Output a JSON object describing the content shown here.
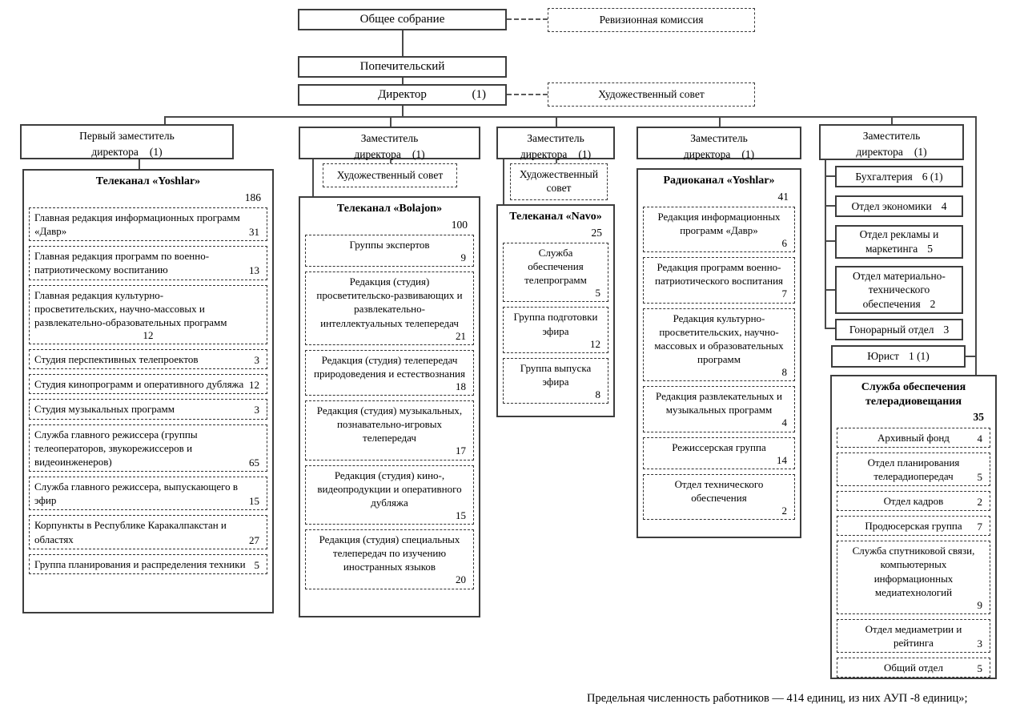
{
  "top": {
    "general_meeting": "Общее собрание",
    "audit_commission": "Ревизионная комиссия",
    "trustee_board": "Попечительский",
    "director": {
      "label": "Директор",
      "count": "(1)"
    },
    "art_council": "Художественный совет"
  },
  "deputies": [
    {
      "label": "Первый заместитель\nдиректора",
      "count": "(1)"
    },
    {
      "label": "Заместитель\nдиректора",
      "count": "(1)"
    },
    {
      "label": "Заместитель\nдиректора",
      "count": "(1)"
    },
    {
      "label": "Заместитель\nдиректора",
      "count": "(1)"
    },
    {
      "label": "Заместитель\nдиректора",
      "count": "(1)"
    }
  ],
  "col1": {
    "title": "Телеканал «Yoshlar»",
    "total": "186",
    "items": [
      {
        "label": "Главная редакция информационных программ «Давр»",
        "count": "31"
      },
      {
        "label": "Главная редакция программ по военно-патриотическому воспитанию",
        "count": "13"
      },
      {
        "label": "Главная редакция культурно-просветительских, научно-массовых и развлекательно-образовательных программ",
        "count": "12"
      },
      {
        "label": "Студия перспективных телепроектов",
        "count": "3"
      },
      {
        "label": "Студия кинопрограмм и оперативного дубляжа",
        "count": "12"
      },
      {
        "label": "Студия музыкальных программ",
        "count": "3"
      },
      {
        "label": "Служба главного режиссера (группы телеоператоров, звукорежиссеров и видеоинженеров)",
        "count": "65"
      },
      {
        "label": "Служба главного режиссера, выпускающего в эфир",
        "count": "15"
      },
      {
        "label": "Корпункты в Республике Каракалпакстан и областях",
        "count": "27"
      },
      {
        "label": "Группа планирования и распределения техники",
        "count": "5"
      }
    ]
  },
  "col2": {
    "art_council": "Художественный совет",
    "title": "Телеканал «Bolajon»",
    "total": "100",
    "items": [
      {
        "label": "Группы экспертов",
        "count": "9"
      },
      {
        "label": "Редакция (студия) просветительско-развивающих и развлекательно-интеллектуальных телепередач",
        "count": "21"
      },
      {
        "label": "Редакция (студия) телепередач природоведения и естествознания",
        "count": "18"
      },
      {
        "label": "Редакция (студия) музыкальных, познавательно-игровых телепередач",
        "count": "17"
      },
      {
        "label": "Редакция (студия) кино-, видеопродукции и оперативного дубляжа",
        "count": "15"
      },
      {
        "label": "Редакция (студия) специальных телепередач по изучению иностранных языков",
        "count": "20"
      }
    ]
  },
  "col3": {
    "art_council": "Художественный совет",
    "title": "Телеканал «Navo»",
    "total": "25",
    "items": [
      {
        "label": "Служба обеспечения телепрограмм",
        "count": "5"
      },
      {
        "label": "Группа подготовки эфира",
        "count": "12"
      },
      {
        "label": "Группа выпуска эфира",
        "count": "8"
      }
    ]
  },
  "col4": {
    "title": "Радиоканал «Yoshlar»",
    "total": "41",
    "items": [
      {
        "label": "Редакция информационных программ «Давр»",
        "count": "6"
      },
      {
        "label": "Редакция программ военно-патриотического воспитания",
        "count": "7"
      },
      {
        "label": "Редакция культурно-просветительских, научно-массовых и образовательных программ",
        "count": "8"
      },
      {
        "label": "Редакция развлекательных и музыкальных программ",
        "count": "4"
      },
      {
        "label": "Режиссерская группа",
        "count": "14"
      },
      {
        "label": "Отдел технического обеспечения",
        "count": "2"
      }
    ]
  },
  "col5": {
    "offices": [
      {
        "label": "Бухгалтерия",
        "count": "6 (1)"
      },
      {
        "label": "Отдел экономики",
        "count": "4"
      },
      {
        "label": "Отдел рекламы и маркетинга",
        "count": "5"
      },
      {
        "label": "Отдел материально-технического обеспечения",
        "count": "2"
      },
      {
        "label": "Гонорарный отдел",
        "count": "3"
      },
      {
        "label": "Юрист",
        "count": "1 (1)"
      }
    ],
    "service": {
      "title": "Служба обеспечения\nтелерадиовещания",
      "total": "35",
      "items": [
        {
          "label": "Архивный фонд",
          "count": "4"
        },
        {
          "label": "Отдел планирования телерадиопередач",
          "count": "5"
        },
        {
          "label": "Отдел кадров",
          "count": "2"
        },
        {
          "label": "Продюсерская группа",
          "count": "7"
        },
        {
          "label": "Служба спутниковой связи, компьютерных информационных медиатехнологий",
          "count": "9"
        },
        {
          "label": "Отдел медиаметрии и рейтинга",
          "count": "3"
        },
        {
          "label": "Общий отдел",
          "count": "5"
        }
      ]
    }
  },
  "footer": "Предельная численность работников — 414 единиц, из них АУП -8 единиц»;"
}
